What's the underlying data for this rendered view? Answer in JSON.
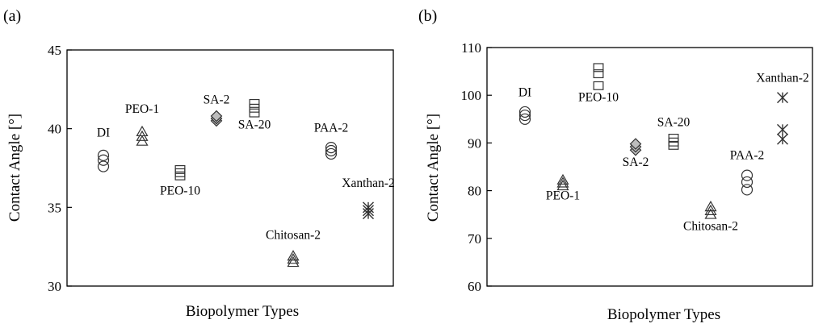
{
  "chart_data": [
    {
      "type": "scatter",
      "panel_label": "(a)",
      "xlabel": "Biopolymer Types",
      "ylabel": "Contact Angle [°]",
      "ylim": [
        30,
        45
      ],
      "yticks": [
        30,
        35,
        40,
        45
      ],
      "categories": [
        "DI",
        "PEO-1",
        "PEO-10",
        "SA-2",
        "SA-20",
        "Chitosan-2",
        "PAA-2",
        "Xanthan-2"
      ],
      "series": [
        {
          "category": "DI",
          "marker": "circle",
          "values": [
            37.6,
            38.0,
            38.3
          ]
        },
        {
          "category": "PEO-1",
          "marker": "triangle",
          "values": [
            39.2,
            39.5,
            39.8
          ]
        },
        {
          "category": "PEO-10",
          "marker": "square",
          "values": [
            37.0,
            37.2,
            37.4
          ]
        },
        {
          "category": "SA-2",
          "marker": "diamond",
          "values": [
            40.5,
            40.65,
            40.8
          ]
        },
        {
          "category": "SA-20",
          "marker": "square",
          "values": [
            41.0,
            41.3,
            41.6
          ]
        },
        {
          "category": "Chitosan-2",
          "marker": "triangle",
          "values": [
            31.5,
            31.7,
            31.9
          ]
        },
        {
          "category": "PAA-2",
          "marker": "circle",
          "values": [
            38.4,
            38.6,
            38.8
          ]
        },
        {
          "category": "Xanthan-2",
          "marker": "asterisk",
          "values": [
            34.6,
            34.8,
            35.0
          ]
        }
      ],
      "annotations": [
        {
          "text": "DI",
          "category": "DI",
          "value": 39.5
        },
        {
          "text": "PEO-1",
          "category": "PEO-1",
          "value": 41.0
        },
        {
          "text": "PEO-10",
          "category": "PEO-10",
          "value": 35.8
        },
        {
          "text": "SA-2",
          "category": "SA-2",
          "value": 41.6
        },
        {
          "text": "SA-20",
          "category": "SA-20",
          "value": 40.0
        },
        {
          "text": "Chitosan-2",
          "category": "Chitosan-2",
          "value": 33.0
        },
        {
          "text": "PAA-2",
          "category": "PAA-2",
          "value": 39.8
        },
        {
          "text": "Xanthan-2",
          "category": "Xanthan-2",
          "value": 36.3
        }
      ]
    },
    {
      "type": "scatter",
      "panel_label": "(b)",
      "xlabel": "Biopolymer Types",
      "ylabel": "Contact Angle [°]",
      "ylim": [
        60,
        110
      ],
      "yticks": [
        60,
        70,
        80,
        90,
        100,
        110
      ],
      "categories": [
        "DI",
        "PEO-1",
        "PEO-10",
        "SA-2",
        "SA-20",
        "Chitosan-2",
        "PAA-2",
        "Xanthan-2"
      ],
      "series": [
        {
          "category": "DI",
          "marker": "circle",
          "values": [
            95.0,
            95.8,
            96.5
          ]
        },
        {
          "category": "PEO-1",
          "marker": "triangle",
          "values": [
            81.0,
            81.6,
            82.2
          ]
        },
        {
          "category": "PEO-10",
          "marker": "square",
          "values": [
            102.0,
            104.5,
            105.8
          ]
        },
        {
          "category": "SA-2",
          "marker": "diamond",
          "values": [
            88.5,
            89.2,
            89.8
          ]
        },
        {
          "category": "SA-20",
          "marker": "square",
          "values": [
            89.5,
            90.2,
            91.0
          ]
        },
        {
          "category": "Chitosan-2",
          "marker": "triangle",
          "values": [
            75.0,
            75.8,
            76.6
          ]
        },
        {
          "category": "PAA-2",
          "marker": "circle",
          "values": [
            80.2,
            81.8,
            83.2
          ]
        },
        {
          "category": "Xanthan-2",
          "marker": "asterisk",
          "values": [
            90.8,
            92.8,
            99.5
          ]
        }
      ],
      "annotations": [
        {
          "text": "DI",
          "category": "DI",
          "value": 99.8
        },
        {
          "text": "PEO-1",
          "category": "PEO-1",
          "value": 78.2
        },
        {
          "text": "PEO-10",
          "category": "PEO-10",
          "value": 98.8
        },
        {
          "text": "SA-2",
          "category": "SA-2",
          "value": 85.2
        },
        {
          "text": "SA-20",
          "category": "SA-20",
          "value": 93.5
        },
        {
          "text": "Chitosan-2",
          "category": "Chitosan-2",
          "value": 71.7
        },
        {
          "text": "PAA-2",
          "category": "PAA-2",
          "value": 86.6
        },
        {
          "text": "Xanthan-2",
          "category": "Xanthan-2",
          "value": 102.8
        }
      ]
    }
  ]
}
